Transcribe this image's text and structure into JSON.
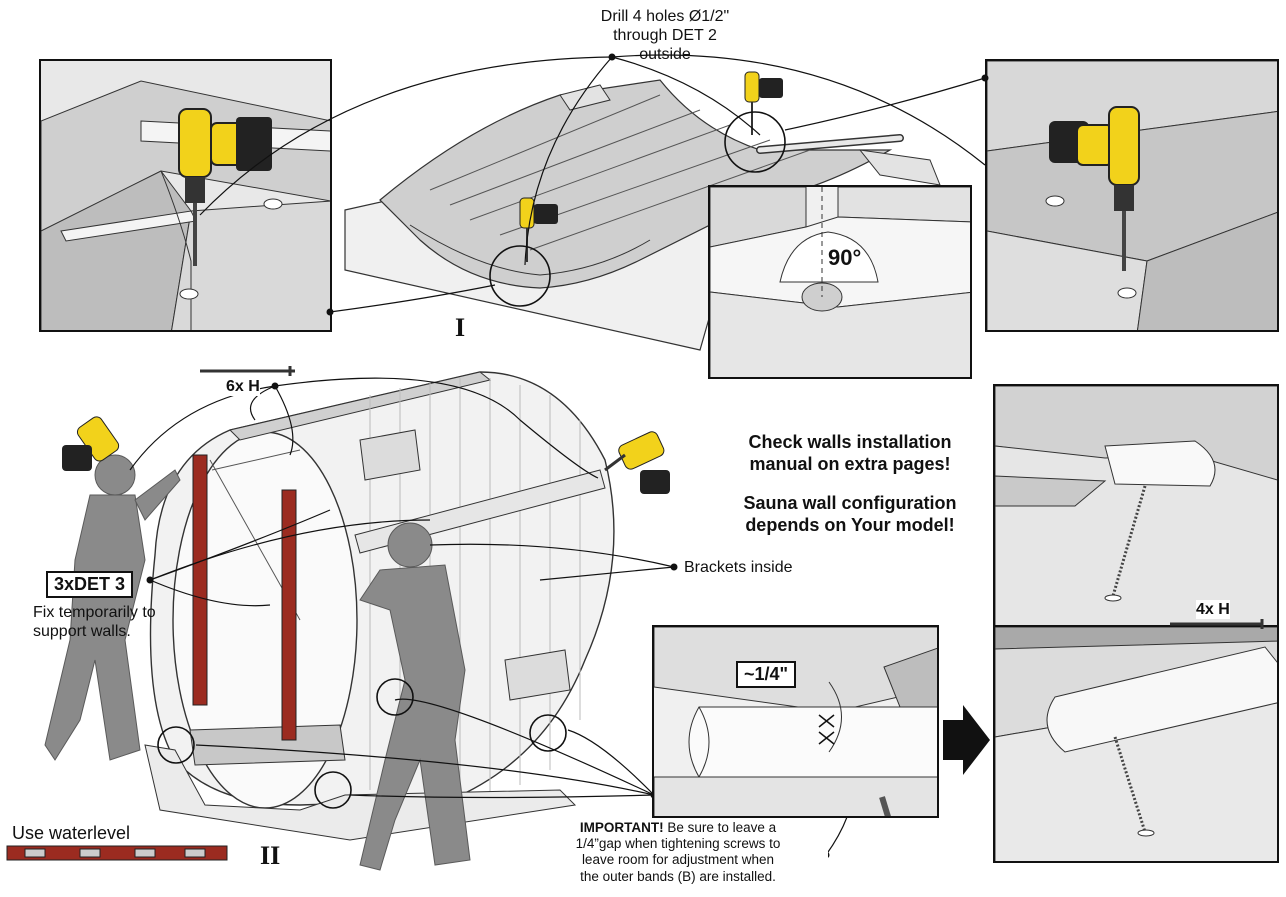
{
  "top_callout": {
    "line1": "Drill 4 holes  Ø1/2\"",
    "line2": "through DET 2",
    "line3": "outside"
  },
  "step_one": {
    "numeral": "I"
  },
  "step_two": {
    "numeral": "II"
  },
  "angle_label": "90°",
  "screws_top": "6x H",
  "det_label": "3xDET 3",
  "fix_note": {
    "line1": "Fix temporarily to",
    "line2": "support walls."
  },
  "brackets_label": "Brackets inside",
  "check_note": {
    "line1": "Check walls installation",
    "line2": "manual on extra pages!",
    "line3": "Sauna wall configuration",
    "line4": "depends on Your model!"
  },
  "gap_label": "~1/4\"",
  "screws_right": "4x H",
  "waterlevel_label": "Use waterlevel",
  "important": {
    "lead": "IMPORTANT!",
    "line1": " Be sure to leave a",
    "line2": "1/4”gap when tightening screws to",
    "line3": "leave room for adjustment when",
    "line4": "the outer bands (B) are installed."
  },
  "colors": {
    "drill_yellow": "#f2d21b",
    "drill_black": "#222222",
    "level_red": "#9b2b20",
    "panel_gray": "#e6e6e6",
    "figure_gray": "#8a8a8a"
  }
}
